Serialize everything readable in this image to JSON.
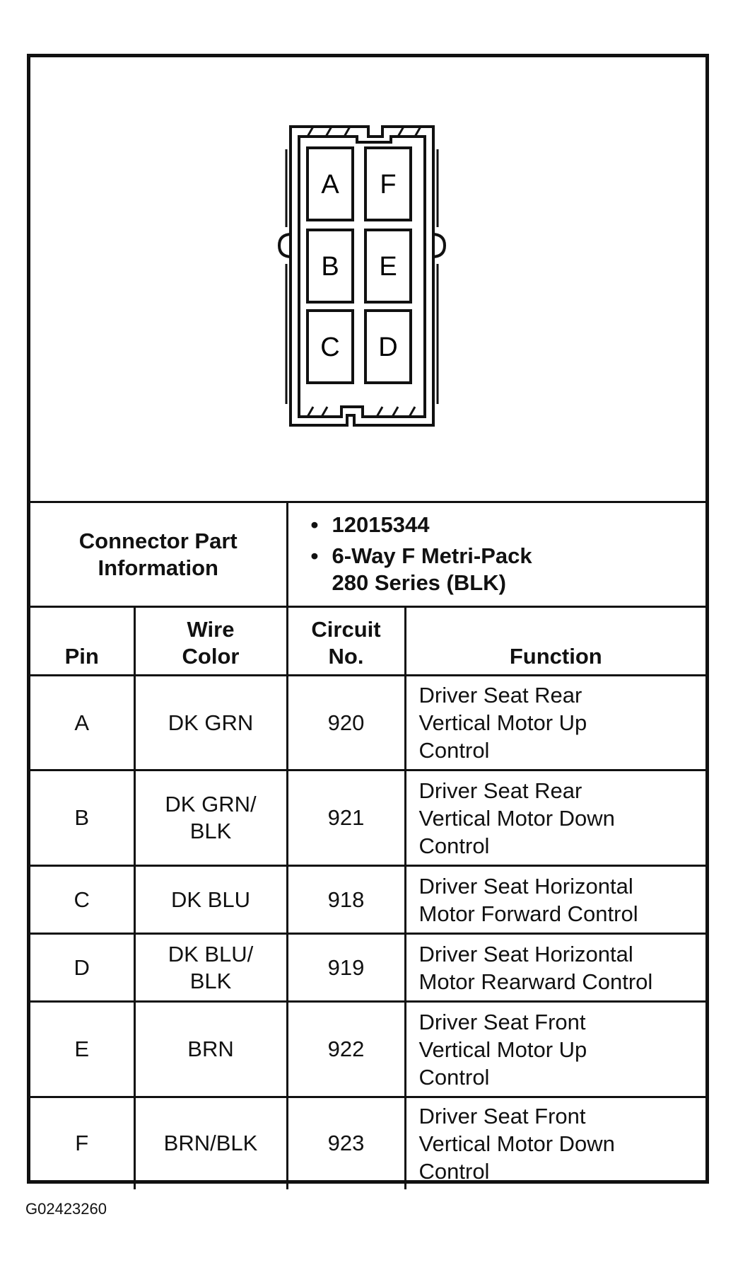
{
  "connector": {
    "pins": [
      {
        "letter": "A"
      },
      {
        "letter": "F"
      },
      {
        "letter": "B"
      },
      {
        "letter": "E"
      },
      {
        "letter": "C"
      },
      {
        "letter": "D"
      }
    ]
  },
  "part_info": {
    "label_line1": "Connector Part",
    "label_line2": "Information",
    "bullets": [
      "12015344",
      "6-Way F Metri-Pack",
      "280 Series (BLK)"
    ]
  },
  "table": {
    "headers": {
      "pin": "Pin",
      "wire_line1": "Wire",
      "wire_line2": "Color",
      "circuit_line1": "Circuit",
      "circuit_line2": "No.",
      "function": "Function"
    },
    "rows": [
      {
        "pin": "A",
        "wire1": "DK GRN",
        "wire2": "",
        "circuit": "920",
        "f1": "Driver Seat Rear",
        "f2": "Vertical Motor Up",
        "f3": "Control"
      },
      {
        "pin": "B",
        "wire1": "DK GRN/",
        "wire2": "BLK",
        "circuit": "921",
        "f1": "Driver Seat Rear",
        "f2": "Vertical Motor Down",
        "f3": "Control"
      },
      {
        "pin": "C",
        "wire1": "DK BLU",
        "wire2": "",
        "circuit": "918",
        "f1": "Driver Seat Horizontal",
        "f2": "Motor Forward Control",
        "f3": ""
      },
      {
        "pin": "D",
        "wire1": "DK BLU/",
        "wire2": "BLK",
        "circuit": "919",
        "f1": "Driver Seat Horizontal",
        "f2": "Motor Rearward Control",
        "f3": ""
      },
      {
        "pin": "E",
        "wire1": "BRN",
        "wire2": "",
        "circuit": "922",
        "f1": "Driver Seat Front",
        "f2": "Vertical Motor Up",
        "f3": "Control"
      },
      {
        "pin": "F",
        "wire1": "BRN/BLK",
        "wire2": "",
        "circuit": "923",
        "f1": "Driver Seat Front",
        "f2": "Vertical Motor Down",
        "f3": "Control"
      }
    ]
  },
  "footer": {
    "code": "G02423260"
  }
}
